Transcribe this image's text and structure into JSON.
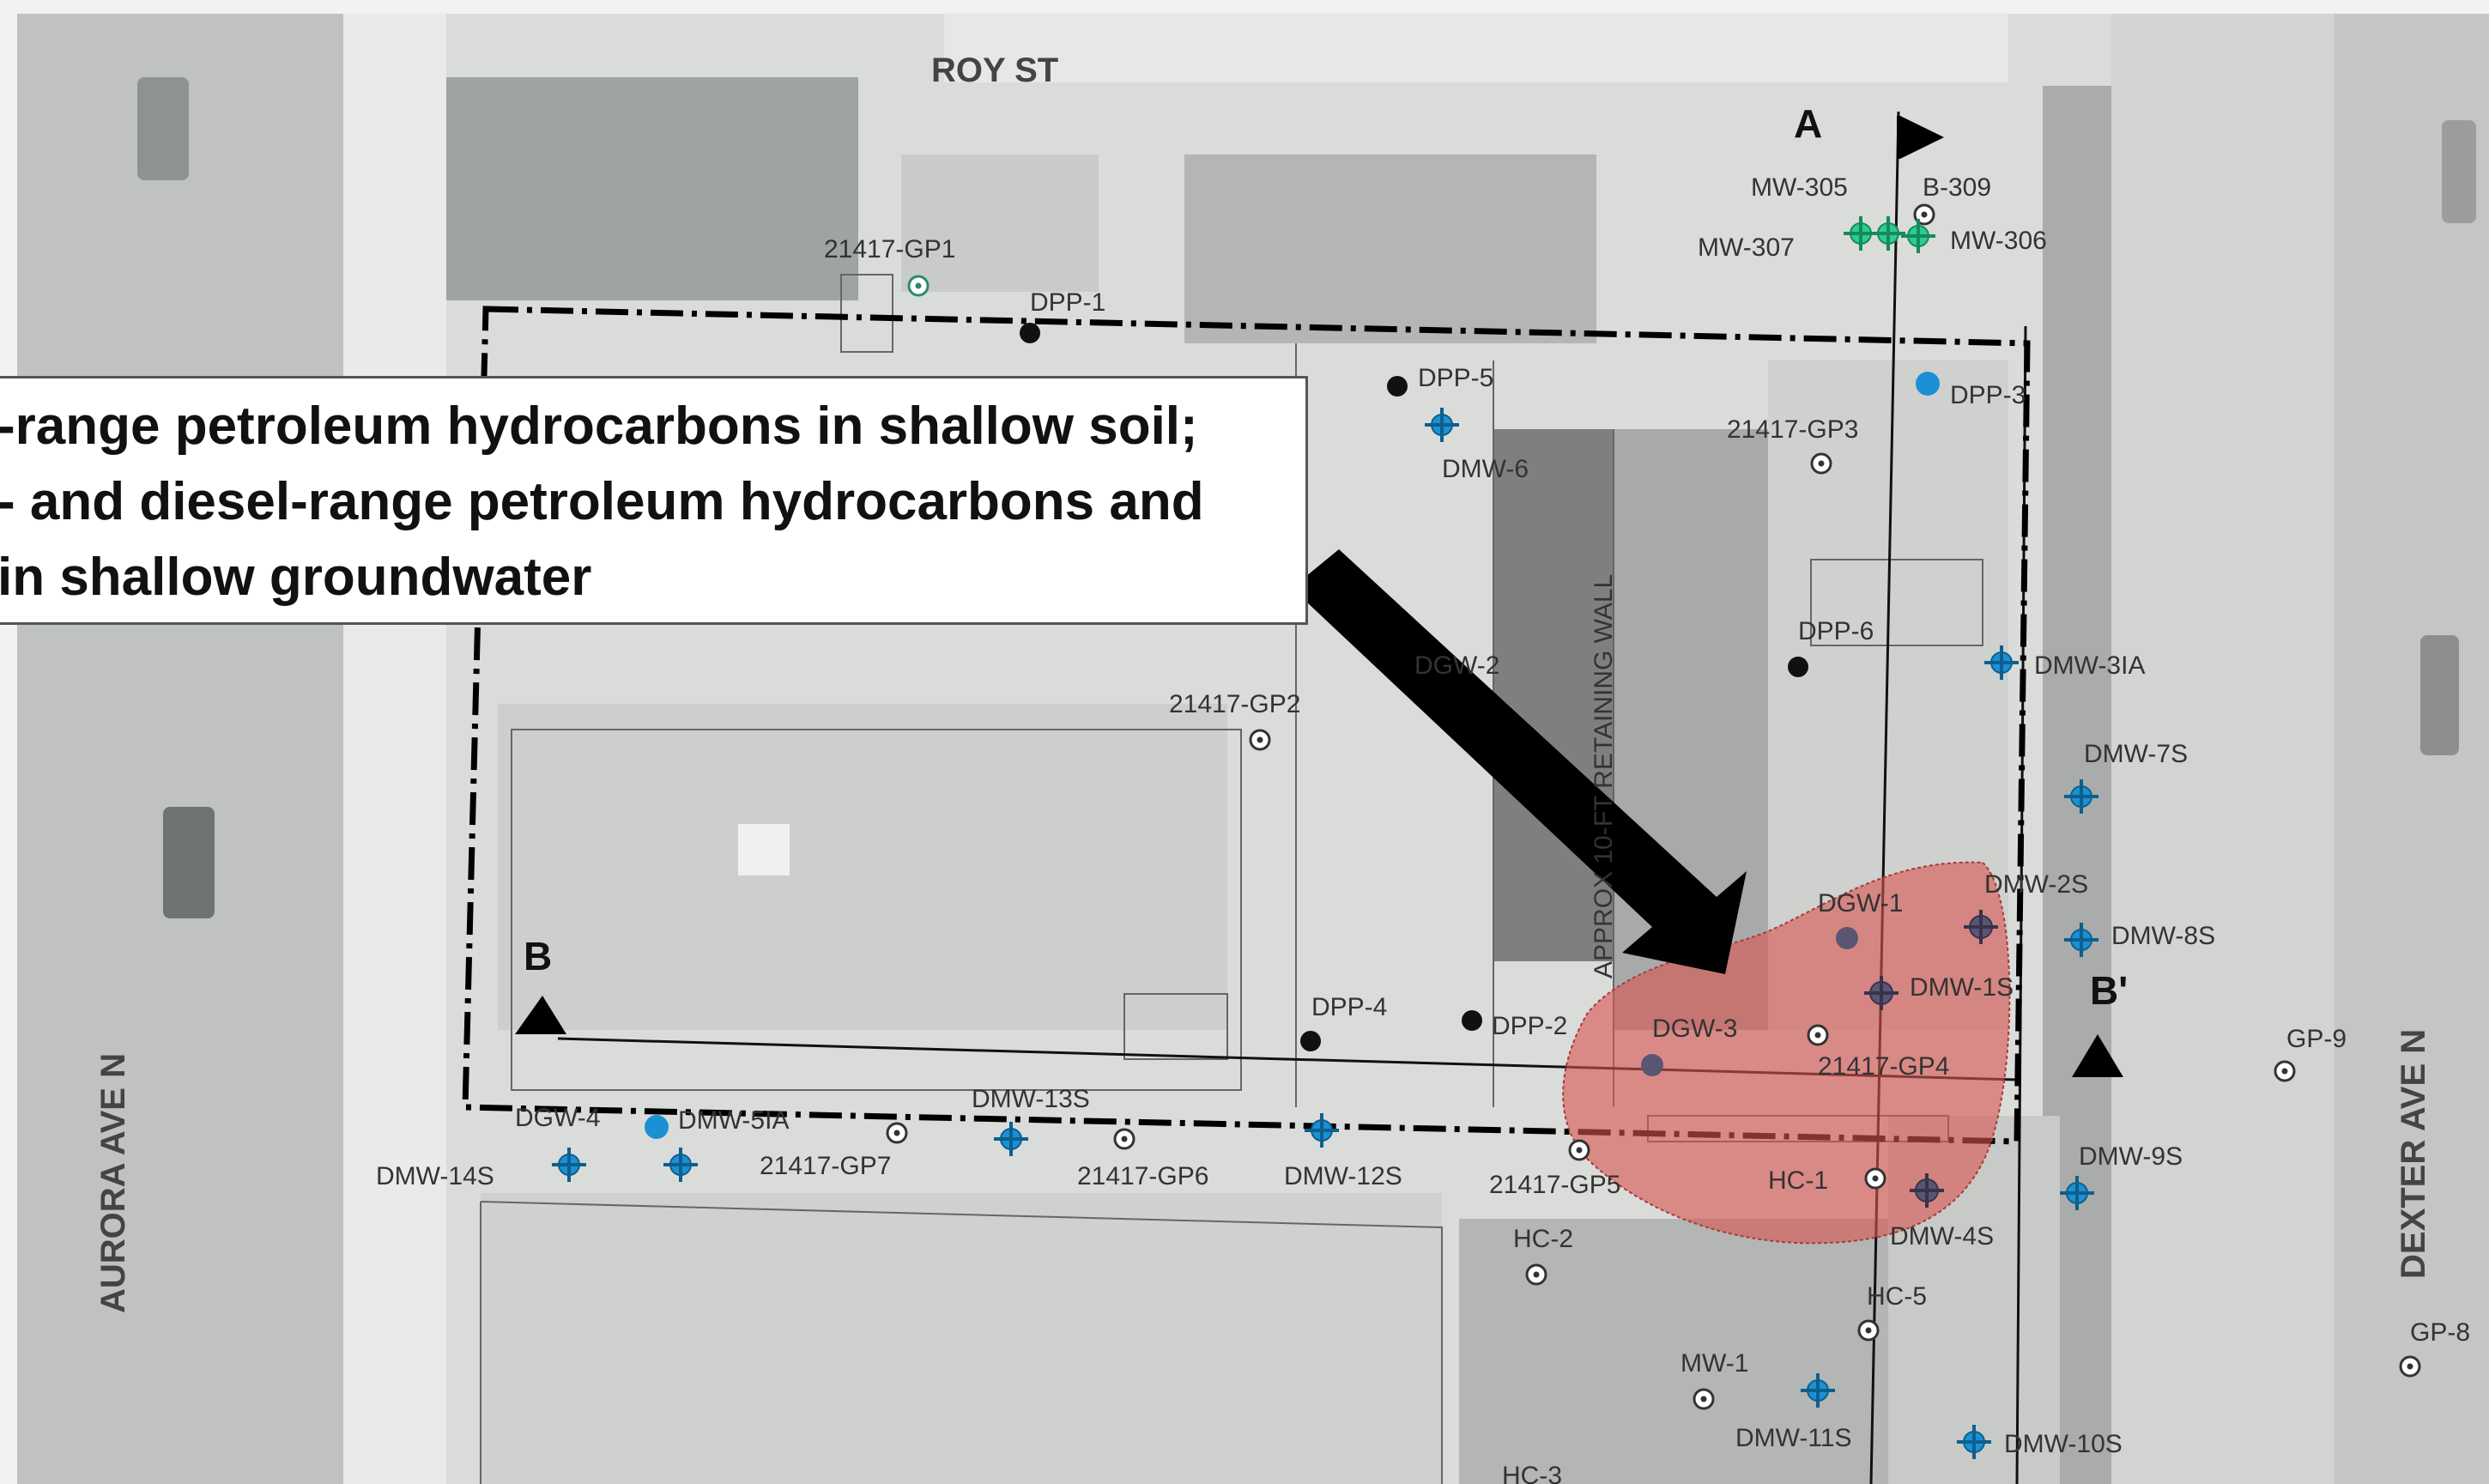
{
  "map": {
    "streets": {
      "roy": "ROY ST",
      "aurora": "AURORA AVE N",
      "dexter": "DEXTER AVE N"
    },
    "retaining_wall": "APPROX 10-FT RETAINING WALL",
    "section_markers": {
      "a": "A",
      "b": "B",
      "b_prime": "B'"
    },
    "callout_lines": [
      "-range petroleum hydrocarbons in shallow soil;",
      "- and diesel-range petroleum hydrocarbons and",
      " in shallow groundwater"
    ],
    "colors": {
      "plume": "#d9534f",
      "monitoring_well": "#1c90d4",
      "new_well": "#2ecc8f",
      "boring_black": "#111111"
    },
    "points": {
      "mw305": "MW-305",
      "b309": "B-309",
      "mw307": "MW-307",
      "mw306": "MW-306",
      "gp1": "21417-GP1",
      "dpp1": "DPP-1",
      "dpp5": "DPP-5",
      "dmw6": "DMW-6",
      "dpp3": "DPP-3",
      "gp3": "21417-GP3",
      "dpp6": "DPP-6",
      "dmw3ia": "DMW-3IA",
      "dgw2": "DGW-2",
      "gp2": "21417-GP2",
      "dmw7s": "DMW-7S",
      "dgw1": "DGW-1",
      "dmw2s": "DMW-2S",
      "dmw8s": "DMW-8S",
      "dmw1s": "DMW-1S",
      "dpp4": "DPP-4",
      "dpp2": "DPP-2",
      "dgw3": "DGW-3",
      "gp4": "21417-GP4",
      "gp9": "GP-9",
      "dgw4": "DGW-4",
      "dmw5ia": "DMW-5IA",
      "dmw13s": "DMW-13S",
      "dmw14s": "DMW-14S",
      "gp7": "21417-GP7",
      "gp6": "21417-GP6",
      "dmw12s": "DMW-12S",
      "gp5": "21417-GP5",
      "hc1": "HC-1",
      "dmw9s": "DMW-9S",
      "dmw4s": "DMW-4S",
      "hc2": "HC-2",
      "hc5": "HC-5",
      "gp8": "GP-8",
      "mw1": "MW-1",
      "dmw11s": "DMW-11S",
      "dmw10s": "DMW-10S",
      "hc3": "HC-3"
    }
  }
}
